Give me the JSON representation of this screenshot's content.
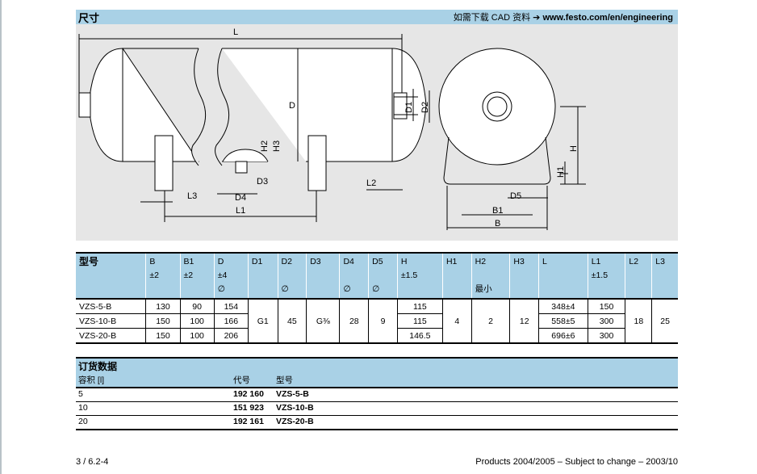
{
  "header": {
    "title": "尺寸",
    "cad_prefix": "如需下载 CAD 资料",
    "arrow": "➔",
    "cad_url": "www.festo.com/en/engineering"
  },
  "drawing_labels": {
    "L": "L",
    "D": "D",
    "D1": "D1",
    "D2": "D2",
    "D3": "D3",
    "D4": "D4",
    "D5": "D5",
    "H": "H",
    "H1": "H1",
    "H2": "H2",
    "H3": "H3",
    "L1": "L1",
    "L2": "L2",
    "L3": "L3",
    "B": "B",
    "B1": "B1"
  },
  "dims_table": {
    "columns": [
      {
        "l1": "型号",
        "l2": "",
        "l3": ""
      },
      {
        "l1": "B",
        "l2": "±2",
        "l3": ""
      },
      {
        "l1": "B1",
        "l2": "±2",
        "l3": ""
      },
      {
        "l1": "D",
        "l2": "±4",
        "l3": "∅"
      },
      {
        "l1": "D1",
        "l2": "",
        "l3": ""
      },
      {
        "l1": "D2",
        "l2": "",
        "l3": "∅"
      },
      {
        "l1": "D3",
        "l2": "",
        "l3": ""
      },
      {
        "l1": "D4",
        "l2": "",
        "l3": "∅"
      },
      {
        "l1": "D5",
        "l2": "",
        "l3": "∅"
      },
      {
        "l1": "H",
        "l2": "±1.5",
        "l3": ""
      },
      {
        "l1": "H1",
        "l2": "",
        "l3": ""
      },
      {
        "l1": "H2",
        "l2": "",
        "l3": "最小"
      },
      {
        "l1": "H3",
        "l2": "",
        "l3": ""
      },
      {
        "l1": "L",
        "l2": "",
        "l3": ""
      },
      {
        "l1": "L1",
        "l2": "±1.5",
        "l3": ""
      },
      {
        "l1": "L2",
        "l2": "",
        "l3": ""
      },
      {
        "l1": "L3",
        "l2": "",
        "l3": ""
      }
    ],
    "rows": [
      {
        "model": "VZS-5-B",
        "B": "130",
        "B1": "90",
        "D": "154",
        "H": "115",
        "L": "348±4",
        "L1": "150"
      },
      {
        "model": "VZS-10-B",
        "B": "150",
        "B1": "100",
        "D": "166",
        "H": "115",
        "L": "558±5",
        "L1": "300"
      },
      {
        "model": "VZS-20-B",
        "B": "150",
        "B1": "100",
        "D": "206",
        "H": "146.5",
        "L": "696±6",
        "L1": "300"
      }
    ],
    "shared": {
      "D1": "G1",
      "D2": "45",
      "D3": "G⅜",
      "D4": "28",
      "D5": "9",
      "H1": "4",
      "H2": "2",
      "H3": "12",
      "L2": "18",
      "L3": "25"
    }
  },
  "order_data": {
    "title": "订货数据",
    "col_volume": "容积 [l]",
    "col_code": "代号",
    "col_type": "型号",
    "rows": [
      {
        "volume": "5",
        "code": "192 160",
        "type": "VZS-5-B"
      },
      {
        "volume": "10",
        "code": "151 923",
        "type": "VZS-10-B"
      },
      {
        "volume": "20",
        "code": "192 161",
        "type": "VZS-20-B"
      }
    ]
  },
  "footer": {
    "page": "3 / 6.2-4",
    "note": "Products 2004/2005 – Subject to change – 2003/10"
  }
}
